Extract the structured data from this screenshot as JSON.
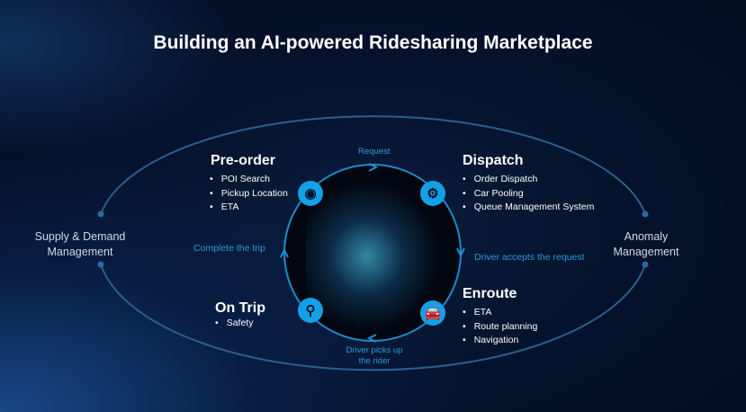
{
  "title": "Building an AI-powered Ridesharing Marketplace",
  "stages": {
    "preorder": {
      "title": "Pre-order",
      "items": [
        "POI Search",
        "Pickup Location",
        "ETA"
      ],
      "icon": "eye-pin-icon"
    },
    "dispatch": {
      "title": "Dispatch",
      "items": [
        "Order Dispatch",
        "Car Pooling",
        "Queue Management System"
      ],
      "icon": "gears-icon"
    },
    "enroute": {
      "title": "Enroute",
      "items": [
        "ETA",
        "Route planning",
        "Navigation"
      ],
      "icon": "car-icon"
    },
    "ontrip": {
      "title": "On Trip",
      "items": [
        "Safety"
      ],
      "icon": "location-pin-icon"
    }
  },
  "transitions": {
    "request": "Request",
    "accept": "Driver accepts the request",
    "pickup_1": "Driver picks up",
    "pickup_2": "the rider",
    "complete": "Complete the trip"
  },
  "outer": {
    "left_1": "Supply & Demand",
    "left_2": "Management",
    "right_1": "Anomaly",
    "right_2": "Management"
  },
  "colors": {
    "accent": "#14a0e6",
    "background": "#06132d"
  }
}
